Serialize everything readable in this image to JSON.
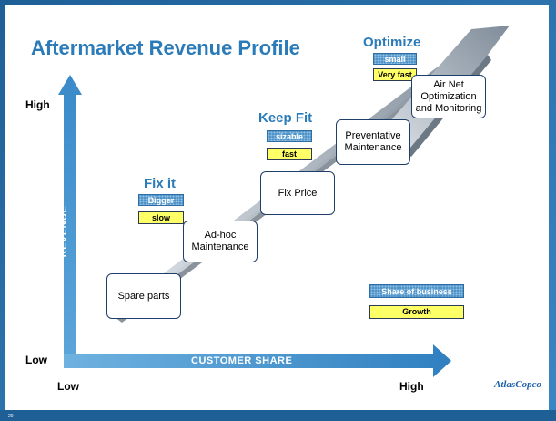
{
  "slide": {
    "title": "Aftermarket Revenue Profile",
    "page_number": "20",
    "logo_text": "AtlasCopco",
    "brand_color": "#2b7bb9"
  },
  "axes": {
    "y_label": "REVENUE",
    "x_label": "CUSTOMER SHARE",
    "y_high": "High",
    "y_low": "Low",
    "x_low": "Low",
    "x_high": "High"
  },
  "stages": {
    "fix_it": {
      "title": "Fix it",
      "size": "Bigger",
      "speed": "slow"
    },
    "keep_fit": {
      "title": "Keep Fit",
      "size": "sizable",
      "speed": "fast"
    },
    "optimize": {
      "title": "Optimize",
      "size": "small",
      "speed": "Very fast"
    }
  },
  "steps": {
    "spare_parts": "Spare parts",
    "adhoc": "Ad-hoc Maintenance",
    "fix_price": "Fix Price",
    "preventative": "Preventative Maintenance",
    "airnet": "Air Net Optimization and Monitoring"
  },
  "legend": {
    "share": "Share of business",
    "growth": "Growth"
  }
}
